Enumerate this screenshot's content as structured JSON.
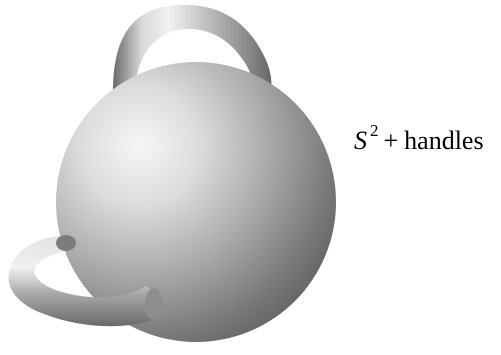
{
  "caption": {
    "symbol": "S",
    "exponent": "2",
    "operator": "+",
    "text": "handles"
  },
  "colors": {
    "background": "#ffffff",
    "surface_light": "#f4f4f4",
    "surface_mid": "#b4b4b4",
    "surface_dark": "#5c5c5c",
    "text": "#000000"
  }
}
